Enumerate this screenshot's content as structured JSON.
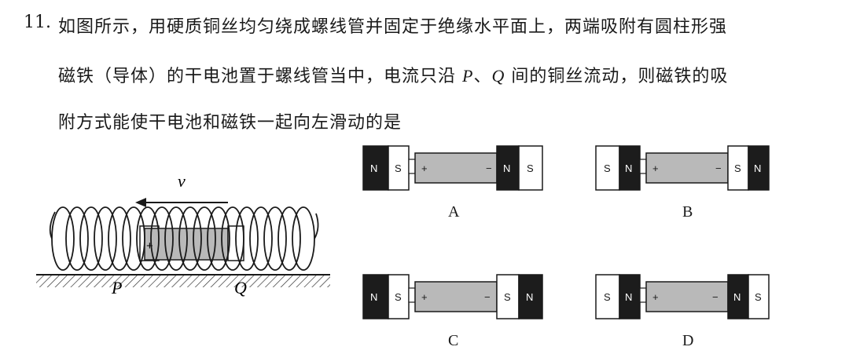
{
  "question": {
    "number": "11.",
    "line1": "如图所示，用硬质铜丝均匀绕成螺线管并固定于绝缘水平面上，两端吸附有圆柱形强",
    "line2_a": "磁铁（导体）的干电池置于螺线管当中，电流只沿 ",
    "line2_p": "P",
    "line2_sep": "、",
    "line2_q": "Q",
    "line2_b": " 间的铜丝流动，则磁铁的吸",
    "line3": "附方式能使干电池和磁铁一起向左滑动的是"
  },
  "figure": {
    "velocity_label": "v",
    "point_p": "P",
    "point_q": "Q",
    "plus": "+"
  },
  "options": [
    {
      "label": "A",
      "left_magnet": [
        "N",
        "S"
      ],
      "right_magnet": [
        "N",
        "S"
      ],
      "plus": "+",
      "minus": "−"
    },
    {
      "label": "B",
      "left_magnet": [
        "S",
        "N"
      ],
      "right_magnet": [
        "S",
        "N"
      ],
      "plus": "+",
      "minus": "−"
    },
    {
      "label": "C",
      "left_magnet": [
        "N",
        "S"
      ],
      "right_magnet": [
        "S",
        "N"
      ],
      "plus": "+",
      "minus": "−"
    },
    {
      "label": "D",
      "left_magnet": [
        "S",
        "N"
      ],
      "right_magnet": [
        "N",
        "S"
      ],
      "plus": "+",
      "minus": "−"
    }
  ],
  "colors": {
    "black_pole": "#1c1c1c",
    "battery_fill": "#b9b9b9",
    "ink": "#1a1a1a"
  }
}
